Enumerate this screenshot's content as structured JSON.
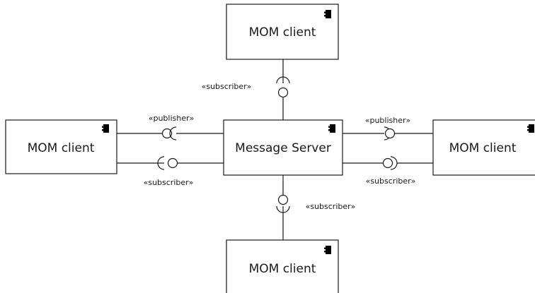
{
  "diagram": {
    "components": {
      "top_client": "MOM client",
      "left_client": "MOM client",
      "right_client": "MOM client",
      "bottom_client": "MOM client",
      "server": "Message Server"
    },
    "stereotypes": {
      "top_subscriber": "«subscriber»",
      "left_publisher": "«publisher»",
      "left_subscriber": "«subscriber»",
      "right_publisher": "«publisher»",
      "right_subscriber": "«subscriber»",
      "bottom_subscriber": "«subscriber»"
    },
    "colors": {
      "stroke": "#1a1a1a",
      "background": "#ffffff"
    }
  }
}
